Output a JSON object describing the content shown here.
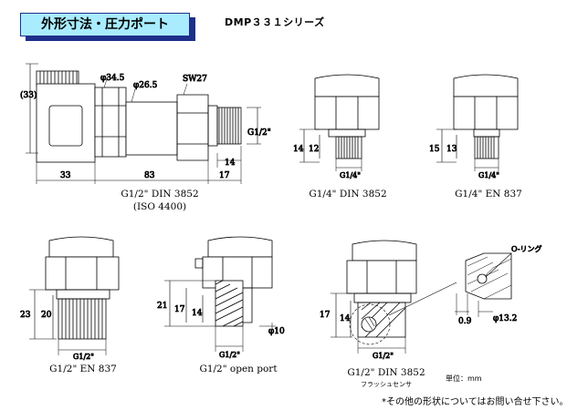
{
  "header": {
    "title": "外形寸法・圧力ポート",
    "series": "DMP３３１シリーズ"
  },
  "drawings": [
    {
      "caption": "G1/2\" DIN 3852",
      "caption2": "(ISO 4400)",
      "dims": {
        "h33": "(33)",
        "d345": "φ34.5",
        "d265": "φ26.5",
        "sw": "SW27",
        "g": "G1/2\"",
        "w14": "14",
        "w33": "33",
        "w83": "83",
        "w17": "17"
      }
    },
    {
      "caption": "G1/4\" DIN 3852",
      "dims": {
        "a": "14",
        "b": "12",
        "g": "G1/4\""
      }
    },
    {
      "caption": "G1/4\" EN 837",
      "dims": {
        "a": "15",
        "b": "13",
        "g": "G1/4\""
      }
    },
    {
      "caption": "G1/2\" EN 837",
      "dims": {
        "a": "23",
        "b": "20",
        "g": "G1/2\""
      }
    },
    {
      "caption": "G1/2\" open port",
      "dims": {
        "a": "21",
        "b": "17",
        "c": "14",
        "d": "φ10",
        "g": "G1/2\""
      }
    },
    {
      "caption": "G1/2\" DIN 3852",
      "caption2": "フラッシュセンサ",
      "dims": {
        "a": "17",
        "b": "14",
        "g": "G1/2\"",
        "oring": "O-リング",
        "w09": "0.9",
        "d132": "φ13.2"
      }
    }
  ],
  "unit": "単位：mm",
  "note": "*その他の形状についてはお問い合せ下さい。"
}
